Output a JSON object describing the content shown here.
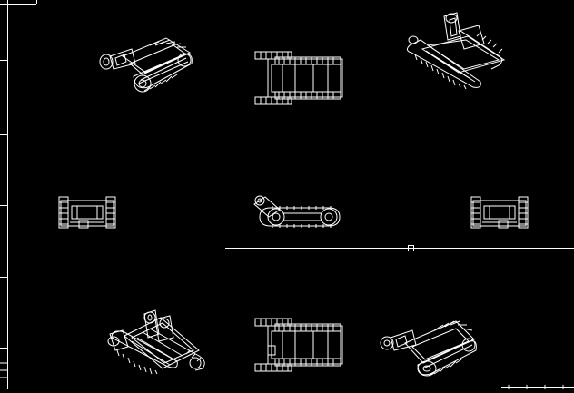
{
  "viewport": {
    "background": "#000000",
    "foreground": "#ffffff"
  },
  "views": [
    {
      "id": "iso-top-left",
      "kind": "isometric"
    },
    {
      "id": "top",
      "kind": "orthographic-top"
    },
    {
      "id": "iso-top-right",
      "kind": "isometric"
    },
    {
      "id": "left",
      "kind": "orthographic-side"
    },
    {
      "id": "front",
      "kind": "orthographic-front"
    },
    {
      "id": "right",
      "kind": "orthographic-side"
    },
    {
      "id": "iso-bottom-left",
      "kind": "isometric"
    },
    {
      "id": "bottom",
      "kind": "orthographic-bottom"
    },
    {
      "id": "iso-bottom-right",
      "kind": "isometric"
    }
  ],
  "cursor": {
    "type": "crosshair",
    "icon": "crosshair-cursor-icon"
  }
}
